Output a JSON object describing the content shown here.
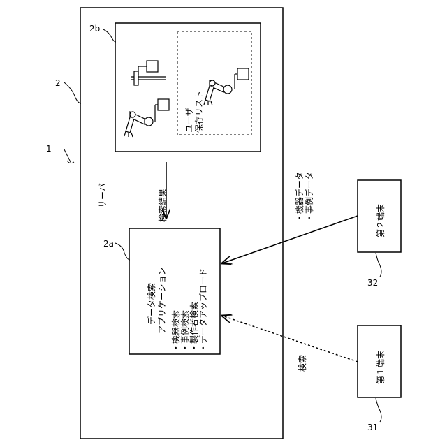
{
  "refs": {
    "system": "1",
    "server": "2",
    "app": "2a",
    "storage": "2b",
    "terminal2": "32",
    "terminal1": "31"
  },
  "server_label": "サーバ",
  "app_box": {
    "title_1": "データ検索",
    "title_2": "アプリケーション",
    "items": [
      "・機器検索",
      "・事例検索",
      "・製作者検索",
      "・データアップロード"
    ]
  },
  "storage_box": {
    "list_label_1": "ユーザ",
    "list_label_2": "保存リスト"
  },
  "result_label": "検索結果",
  "terminal2_label": "第２端末",
  "terminal1_label": "第１端末",
  "data_labels": [
    "・機器データ",
    "・事例データ"
  ],
  "search_label": "検索"
}
